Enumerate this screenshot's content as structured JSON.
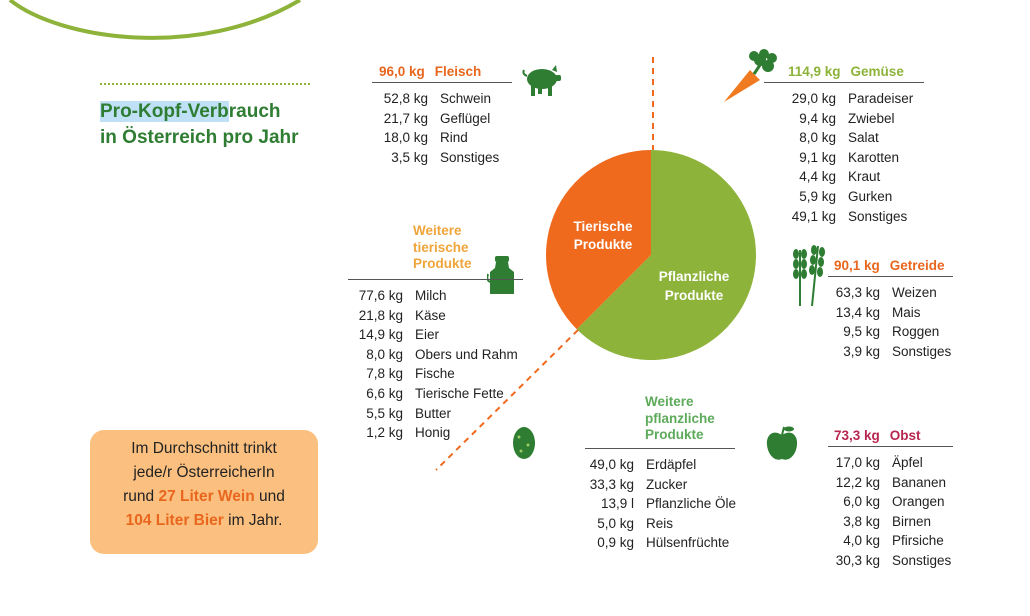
{
  "page_title": {
    "line1_highlight": "Pro-Kopf-Verb",
    "line1_rest": "rauch",
    "line2": "in Österreich pro Jahr"
  },
  "colors": {
    "animal": "#ef6a1d",
    "plant": "#8db33a",
    "title": "#2e7d32",
    "obst": "#b8274f",
    "fleisch": "#e8661d",
    "gemuese": "#8db33a",
    "weitere_tierisch": "#f0a53a",
    "getreide": "#e8661d",
    "weitere_pflanzlich": "#5daa5a",
    "highlight": "#bfe0f5",
    "box_bg": "#fbc07f"
  },
  "chart_data": {
    "type": "pie",
    "title": "",
    "slices": [
      {
        "label": "Tierische Produkte",
        "label_line1": "Tierische",
        "label_line2": "Produkte",
        "value": 37.5,
        "color": "#ef6a1d"
      },
      {
        "label": "Pflanzliche Produkte",
        "label_line1": "Pflanzliche",
        "label_line2": "Produkte",
        "value": 62.5,
        "color": "#8db33a"
      }
    ],
    "value_unit": "approx. share of circle (%)"
  },
  "categories": {
    "fleisch": {
      "amount": "96,0 kg",
      "name": "Fleisch",
      "icon": "pig-icon",
      "items": [
        {
          "v": "52,8 kg",
          "n": "Schwein"
        },
        {
          "v": "21,7 kg",
          "n": "Geflügel"
        },
        {
          "v": "18,0 kg",
          "n": "Rind"
        },
        {
          "v": "3,5 kg",
          "n": "Sonstiges"
        }
      ]
    },
    "gemuese": {
      "amount": "114,9 kg",
      "name": "Gemüse",
      "icon": "carrot-icon",
      "items": [
        {
          "v": "29,0 kg",
          "n": "Paradeiser"
        },
        {
          "v": "9,4 kg",
          "n": "Zwiebel"
        },
        {
          "v": "8,0 kg",
          "n": "Salat"
        },
        {
          "v": "9,1 kg",
          "n": "Karotten"
        },
        {
          "v": "4,4 kg",
          "n": "Kraut"
        },
        {
          "v": "5,9 kg",
          "n": "Gurken"
        },
        {
          "v": "49,1 kg",
          "n": "Sonstiges"
        }
      ]
    },
    "weitere_tierisch": {
      "line1": "Weitere",
      "line2": "tierische",
      "line3": "Produkte",
      "icon": "milk-can-icon",
      "items": [
        {
          "v": "77,6 kg",
          "n": "Milch"
        },
        {
          "v": "21,8 kg",
          "n": "Käse"
        },
        {
          "v": "14,9 kg",
          "n": "Eier"
        },
        {
          "v": "8,0 kg",
          "n": "Obers und Rahm"
        },
        {
          "v": "7,8 kg",
          "n": "Fische"
        },
        {
          "v": "6,6 kg",
          "n": "Tierische Fette"
        },
        {
          "v": "5,5 kg",
          "n": "Butter"
        },
        {
          "v": "1,2 kg",
          "n": "Honig"
        }
      ]
    },
    "getreide": {
      "amount": "90,1 kg",
      "name": "Getreide",
      "icon": "wheat-icon",
      "items": [
        {
          "v": "63,3 kg",
          "n": "Weizen"
        },
        {
          "v": "13,4 kg",
          "n": "Mais"
        },
        {
          "v": "9,5 kg",
          "n": "Roggen"
        },
        {
          "v": "3,9 kg",
          "n": "Sonstiges"
        }
      ]
    },
    "weitere_pflanzlich": {
      "line1": "Weitere",
      "line2": "pflanzliche",
      "line3": "Produkte",
      "icon": "potato-icon",
      "items": [
        {
          "v": "49,0 kg",
          "n": "Erdäpfel"
        },
        {
          "v": "33,3 kg",
          "n": "Zucker"
        },
        {
          "v": "13,9 l",
          "n": "Pflanzliche Öle"
        },
        {
          "v": "5,0 kg",
          "n": "Reis"
        },
        {
          "v": "0,9 kg",
          "n": "Hülsenfrüchte"
        }
      ]
    },
    "obst": {
      "amount": "73,3 kg",
      "name": "Obst",
      "icon": "apple-icon",
      "items": [
        {
          "v": "17,0 kg",
          "n": "Äpfel"
        },
        {
          "v": "12,2 kg",
          "n": "Bananen"
        },
        {
          "v": "6,0 kg",
          "n": "Orangen"
        },
        {
          "v": "3,8 kg",
          "n": "Birnen"
        },
        {
          "v": "4,0 kg",
          "n": "Pfirsiche"
        },
        {
          "v": "30,3 kg",
          "n": "Sonstiges"
        }
      ]
    }
  },
  "info_box": {
    "line1": "Im Durchschnitt trinkt",
    "line2": "jede/r ÖsterreicherIn",
    "line3_pre": "rund ",
    "wine": "27 Liter Wein",
    "line3_post": " und",
    "beer": "104 Liter Bier",
    "line4_post": " im Jahr."
  }
}
